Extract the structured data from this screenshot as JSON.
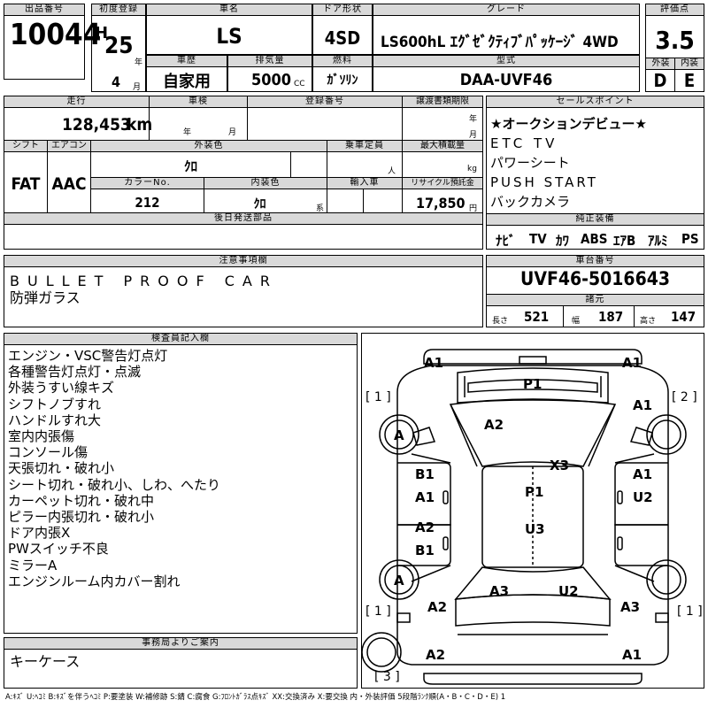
{
  "headers": {
    "lot_no": "出品番号",
    "first_reg": "初度登録",
    "car_name": "車名",
    "door": "ドア形状",
    "grade": "グレード",
    "score": "評価点",
    "shaken": "車歴",
    "displacement": "排気量",
    "fuel": "燃料",
    "model": "型式",
    "exterior": "外装",
    "interior": "内装",
    "mileage": "走行",
    "inspection": "車検",
    "reg_no": "登録番号",
    "transfer": "譲渡書類期限",
    "shift": "シフト",
    "ac": "エアコン",
    "ext_color": "外装色",
    "capacity": "乗車定員",
    "max_load": "最大積載量",
    "color_no": "カラーNo.",
    "int_color": "内装色",
    "import": "輸入車",
    "recycle": "リサイクル預託金",
    "later_parts": "後日発送部品",
    "sale_points": "セールスポイント",
    "equipment": "純正装備",
    "notes": "注意事項欄",
    "chassis": "車台番号",
    "spec": "諸元",
    "inspector": "検査員記入欄",
    "office": "事務局よりご案内"
  },
  "vehicle": {
    "lot_no": "10044",
    "era": "H",
    "year": "25",
    "year_unit": "年",
    "month": "4",
    "month_unit": "月",
    "name": "LS",
    "door": "4SD",
    "grade": "LS600hL ｴｸﾞｾﾞｸﾃｨﾌﾞﾊﾟｯｹｰｼﾞ 4WD",
    "score": "3.5",
    "usage": "自家用",
    "displacement": "5000",
    "cc": "CC",
    "fuel": "ｶﾞｿﾘﾝ",
    "model": "DAA-UVF46",
    "ext_grade": "D",
    "int_grade": "E",
    "mileage": "128,453",
    "km": "km",
    "insp_year": "年",
    "insp_month": "月",
    "shift": "FAT",
    "ac": "AAC",
    "color": "ｸﾛ",
    "capacity_unit": "人",
    "load_unit": "kg",
    "color_no": "212",
    "int_color": "ｸﾛ",
    "int_color_unit": "系",
    "recycle": "17,850",
    "recycle_unit": "円"
  },
  "sale_points": [
    "★オークションデビュー★",
    "ETC TV",
    "パワーシート",
    "PUSH START",
    "バックカメラ"
  ],
  "equipment": [
    "ﾅﾋﾞ",
    "TV",
    "ｶﾜ",
    "ABS",
    "ｴｱB",
    "ｱﾙﾐ",
    "PS"
  ],
  "notes": [
    "BULLET PROOF CAR",
    "防弾ガラス"
  ],
  "chassis_no": "UVF46-5016643",
  "spec": {
    "len_label": "長さ",
    "len": "521",
    "wid_label": "幅",
    "wid": "187",
    "hgt_label": "高さ",
    "hgt": "147"
  },
  "inspector_notes": [
    "エンジン・VSC警告灯点灯",
    "各種警告灯点灯・点滅",
    "外装うすい線キズ",
    "シフトノブすれ",
    "ハンドルすれ大",
    "室内内張傷",
    "コンソール傷",
    "天張切れ・破れ小",
    "シート切れ・破れ小、しわ、へたり",
    "カーペット切れ・破れ中",
    "ピラー内張切れ・破れ小",
    "ドア内張X",
    "PWスイッチ不良",
    "ミラーA",
    "エンジンルーム内カバー割れ"
  ],
  "office_note": "キーケース",
  "legend": "A:ｷｽﾞ U:ﾍｺﾐ B:ｷｽﾞを伴うﾍｺﾐ P:要塗装 W:補修跡 S:錆 C:腐食 G:ﾌﾛﾝﾄｶﾞﾗｽ点ｷｽﾞ XX:交換済み X:要交換 内・外装評価 5段階ﾗﾝｸ順(A・B・C・D・E) 1",
  "diagram": {
    "marks": [
      "A1",
      "A1",
      "P1",
      "A1",
      "A2",
      "A",
      "X3",
      "B1",
      "A1",
      "P1",
      "A1",
      "U2",
      "A2",
      "B1",
      "U3",
      "A",
      "A3",
      "U2",
      "A2",
      "A3",
      "A2",
      "A1"
    ],
    "tags": [
      "1",
      "2",
      "1",
      "1",
      "3"
    ]
  }
}
